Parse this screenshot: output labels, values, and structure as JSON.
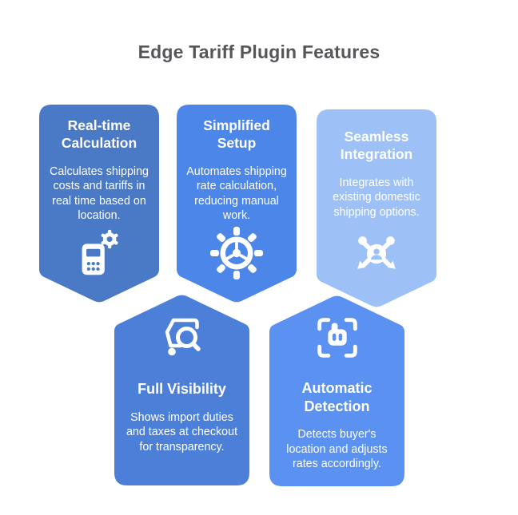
{
  "title": "Edge Tariff Plugin Features",
  "title_color": "#545659",
  "background_color": "#ffffff",
  "cards": [
    {
      "title": "Real-time Calculation",
      "body": "Calculates shipping costs and tariffs in real time based on location.",
      "color": "#4a79c6",
      "icon": "calculator-gear-icon",
      "shape": "banner-point-down"
    },
    {
      "title": "Simplified Setup",
      "body": "Automates shipping rate calculation, reducing manual work.",
      "color": "#4d86e9",
      "icon": "gear-wheel-icon",
      "shape": "banner-point-down"
    },
    {
      "title": "Seamless Integration",
      "body": "Integrates with existing domestic shipping options.",
      "color": "#9dc1f7",
      "icon": "integration-network-icon",
      "shape": "banner-point-down"
    },
    {
      "title": "Full Visibility",
      "body": "Shows import duties and taxes at checkout for transparency.",
      "color": "#4c80d8",
      "icon": "cart-search-icon",
      "shape": "banner-point-up"
    },
    {
      "title": "Automatic Detection",
      "body": "Detects buyer's location and adjusts rates accordingly.",
      "color": "#5b91f0",
      "icon": "scan-detection-icon",
      "shape": "banner-point-up"
    }
  ]
}
